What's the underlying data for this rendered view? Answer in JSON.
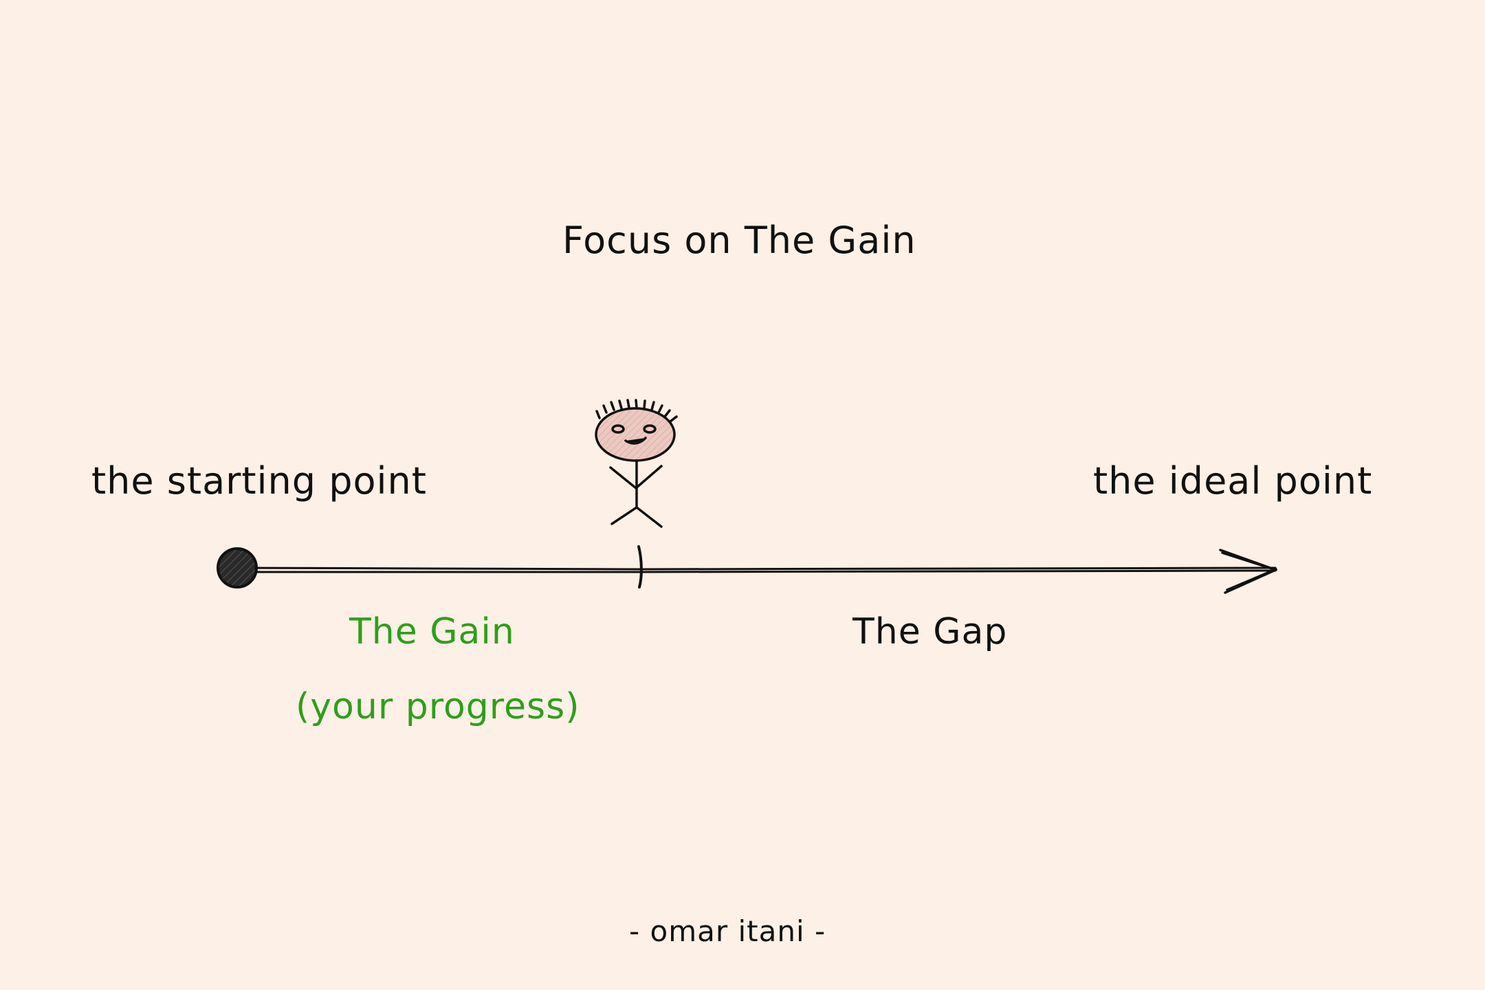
{
  "title": "Focus on The Gain",
  "labels": {
    "starting_point": "the starting point",
    "ideal_point": "the ideal point",
    "gain": "The Gain",
    "gain_note": "(your progress)",
    "gap": "The Gap"
  },
  "credit": "- omar itani -",
  "colors": {
    "background": "#fdf0e6",
    "ink": "#111111",
    "gain": "#2e9f1a",
    "face": "#ecc8c2"
  },
  "icons": {
    "start_marker": "filled-circle-icon",
    "current_position": "stick-figure-icon",
    "direction": "arrowhead-icon"
  }
}
